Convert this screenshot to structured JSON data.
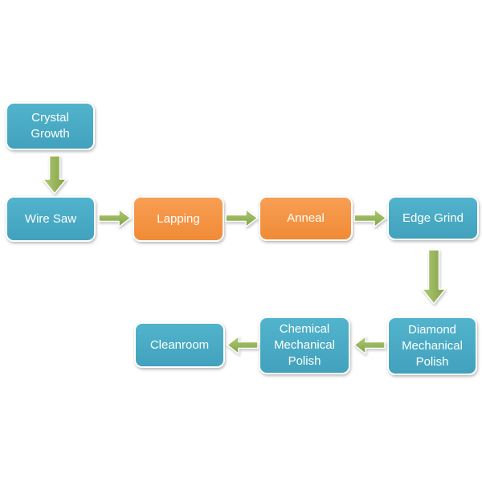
{
  "diagram": {
    "type": "flowchart",
    "background": "#ffffff",
    "colors": {
      "teal": "#48ABC5",
      "orange": "#F79646",
      "arrow_green": "#9BBB59",
      "text": "#FFFFFF",
      "box_border": "#FFFFFF"
    },
    "nodes": [
      {
        "id": "crystal-growth",
        "label": "Crystal Growth",
        "color": "teal"
      },
      {
        "id": "wire-saw",
        "label": "Wire Saw",
        "color": "teal"
      },
      {
        "id": "lapping",
        "label": "Lapping",
        "color": "orange"
      },
      {
        "id": "anneal",
        "label": "Anneal",
        "color": "orange"
      },
      {
        "id": "edge-grind",
        "label": "Edge Grind",
        "color": "teal"
      },
      {
        "id": "diamond-mechanical-polish",
        "label": "Diamond Mechanical Polish",
        "color": "teal"
      },
      {
        "id": "chemical-mechanical-polish",
        "label": "Chemical Mechanical Polish",
        "color": "teal"
      },
      {
        "id": "cleanroom",
        "label": "Cleanroom",
        "color": "teal"
      }
    ],
    "edges": [
      {
        "from": "crystal-growth",
        "to": "wire-saw",
        "direction": "down"
      },
      {
        "from": "wire-saw",
        "to": "lapping",
        "direction": "right"
      },
      {
        "from": "lapping",
        "to": "anneal",
        "direction": "right"
      },
      {
        "from": "anneal",
        "to": "edge-grind",
        "direction": "right"
      },
      {
        "from": "edge-grind",
        "to": "diamond-mechanical-polish",
        "direction": "down"
      },
      {
        "from": "diamond-mechanical-polish",
        "to": "chemical-mechanical-polish",
        "direction": "left"
      },
      {
        "from": "chemical-mechanical-polish",
        "to": "cleanroom",
        "direction": "left"
      }
    ]
  }
}
